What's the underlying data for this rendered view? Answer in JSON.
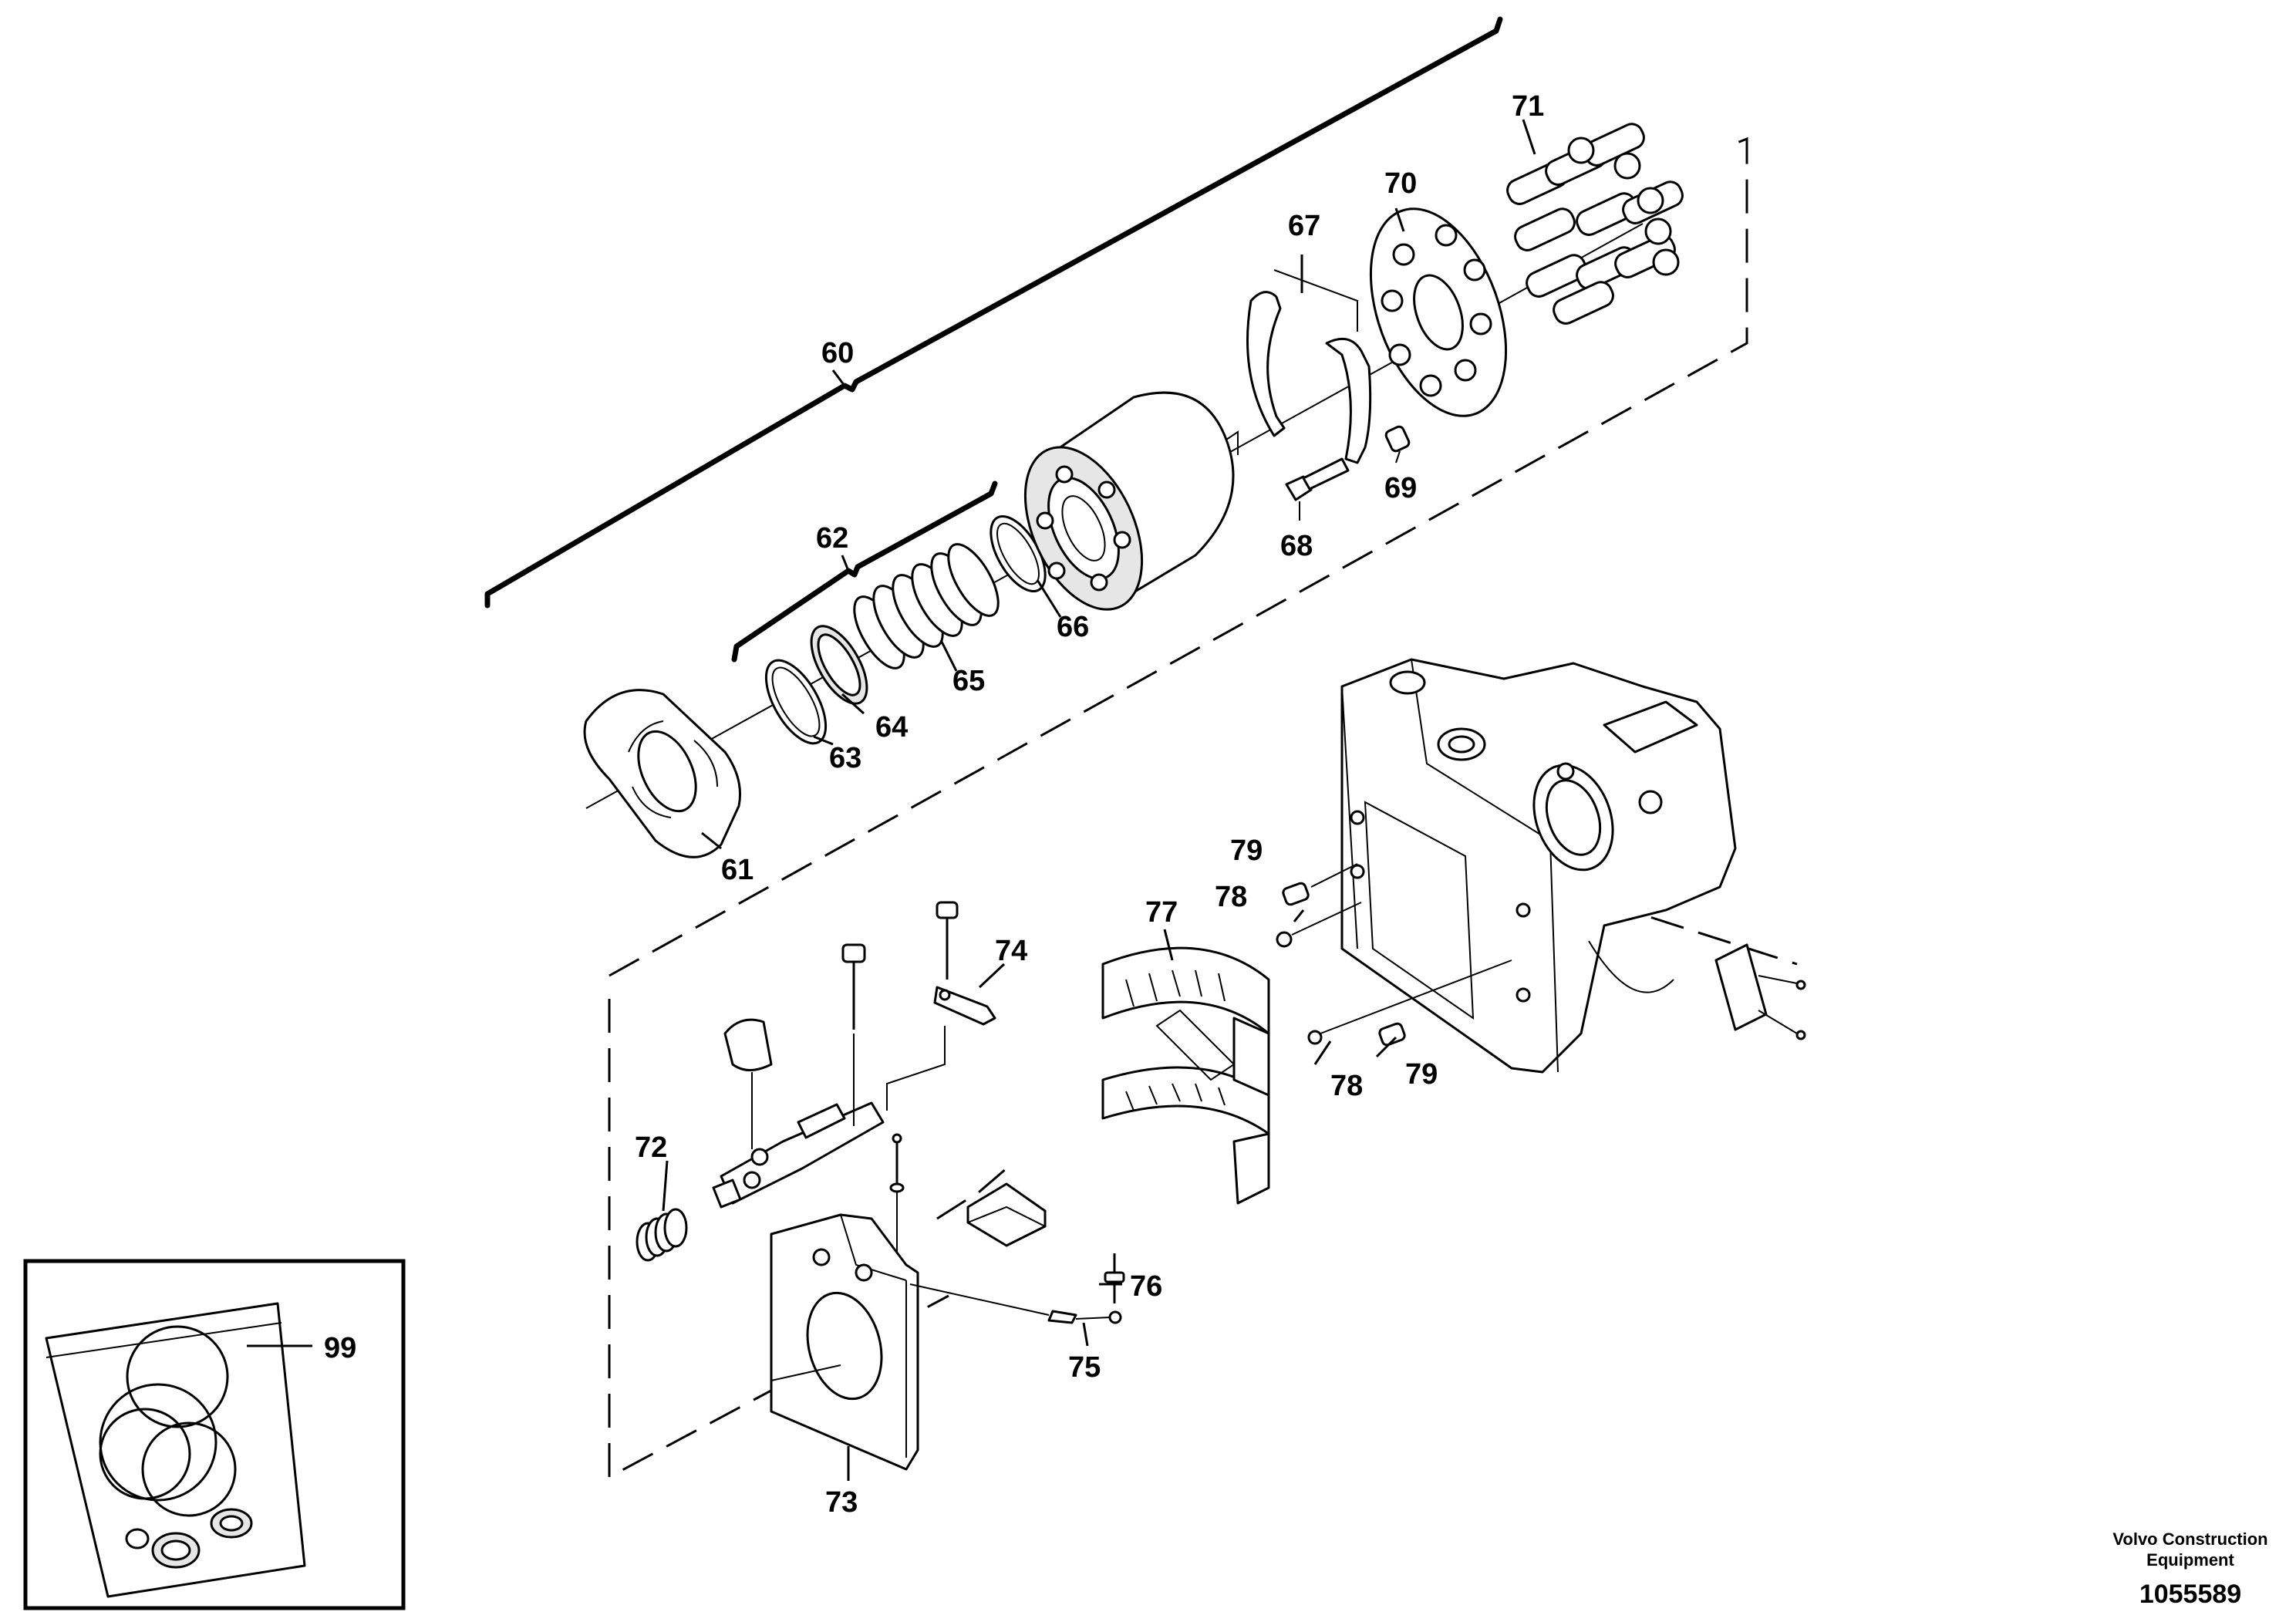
{
  "labels": {
    "p60": "60",
    "p61": "61",
    "p62": "62",
    "p63": "63",
    "p64": "64",
    "p65": "65",
    "p66": "66",
    "p67": "67",
    "p68": "68",
    "p69": "69",
    "p70": "70",
    "p71": "71",
    "p72": "72",
    "p73": "73",
    "p74": "74",
    "p75": "75",
    "p76": "76",
    "p77": "77",
    "p78a": "78",
    "p78b": "78",
    "p79a": "79",
    "p79b": "79",
    "p99": "99"
  },
  "footer": {
    "company_line1": "Volvo Construction",
    "company_line2": "Equipment",
    "drawing_number": "1055589"
  }
}
